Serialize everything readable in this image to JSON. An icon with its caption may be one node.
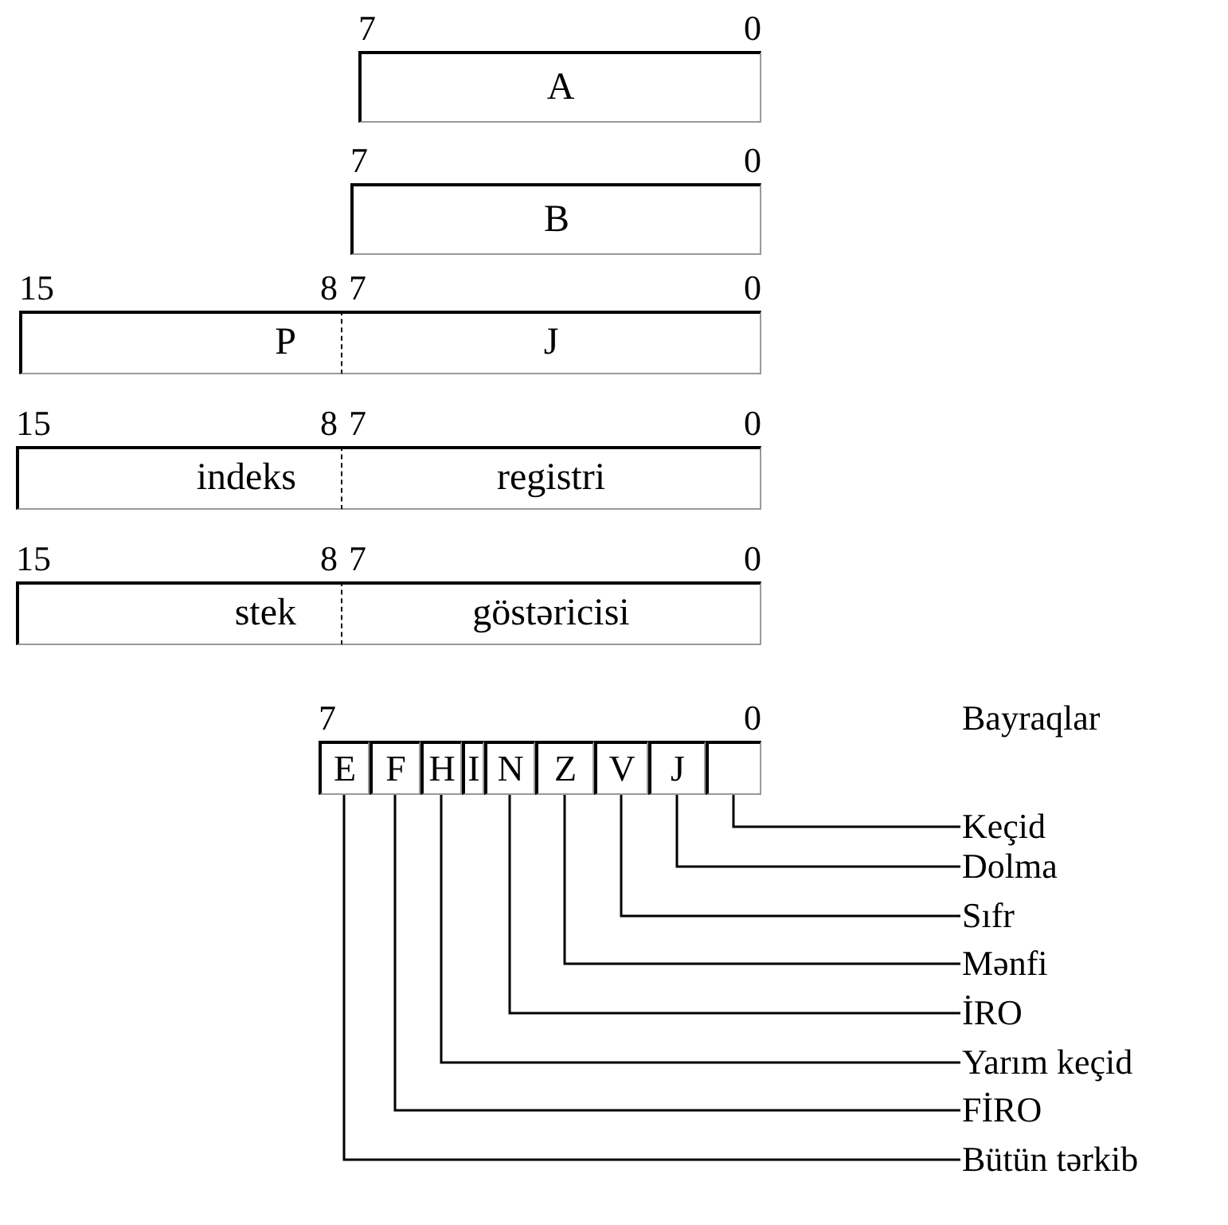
{
  "diagram": {
    "nodes": [
      {
        "text": [
          "A"
        ],
        "beside": [
          "7",
          "0"
        ]
      },
      {
        "text": [
          "B"
        ],
        "beside": [
          "7",
          "0"
        ]
      },
      {
        "text": [
          "P"
        ],
        "beside": [
          "15",
          "8"
        ]
      },
      {
        "text": [
          "J"
        ],
        "beside": [
          "7",
          "0"
        ]
      },
      {
        "text": [
          "indeks"
        ],
        "beside": [
          "15",
          "8"
        ]
      },
      {
        "text": [
          "registri"
        ],
        "beside": [
          "7",
          "0"
        ]
      },
      {
        "text": [
          "stek"
        ],
        "beside": [
          "15",
          "8"
        ]
      },
      {
        "text": [
          "göstəricisi"
        ],
        "beside": [
          "7",
          "0"
        ]
      },
      {
        "text": [
          "E"
        ],
        "beside": [
          "7"
        ]
      },
      {
        "text": [
          "F"
        ]
      },
      {
        "text": [
          "H"
        ]
      },
      {
        "text": [
          "I"
        ]
      },
      {
        "text": [
          "N"
        ]
      },
      {
        "text": [
          "Z"
        ]
      },
      {
        "text": [
          "V"
        ]
      },
      {
        "text": [
          "J"
        ]
      },
      {
        "text": [],
        "shape": "box",
        "beside": [
          "0"
        ]
      },
      {
        "text": [
          "Keçid"
        ]
      },
      {
        "text": [
          "Dolma"
        ]
      },
      {
        "text": [
          "Sıfr"
        ]
      },
      {
        "text": [
          "Mənfi"
        ]
      },
      {
        "text": [
          "İRO"
        ]
      },
      {
        "text": [
          "Yarım keçid"
        ]
      },
      {
        "text": [
          "FİRO"
        ]
      },
      {
        "text": [
          "Bütün tərkib"
        ]
      }
    ],
    "edges": [
      {
        "from": 17,
        "to": 16,
        "arrow": "none"
      },
      {
        "from": 18,
        "to": 15,
        "arrow": "none"
      },
      {
        "from": 19,
        "to": 14,
        "arrow": "none"
      },
      {
        "from": 20,
        "to": 13,
        "arrow": "none"
      },
      {
        "from": 21,
        "to": 12,
        "arrow": "none"
      },
      {
        "from": 22,
        "to": 10,
        "arrow": "none"
      },
      {
        "from": 23,
        "to": 9,
        "arrow": "none"
      },
      {
        "from": 24,
        "to": 8,
        "arrow": "none"
      }
    ],
    "labels": [
      "Bayraqlar"
    ]
  }
}
